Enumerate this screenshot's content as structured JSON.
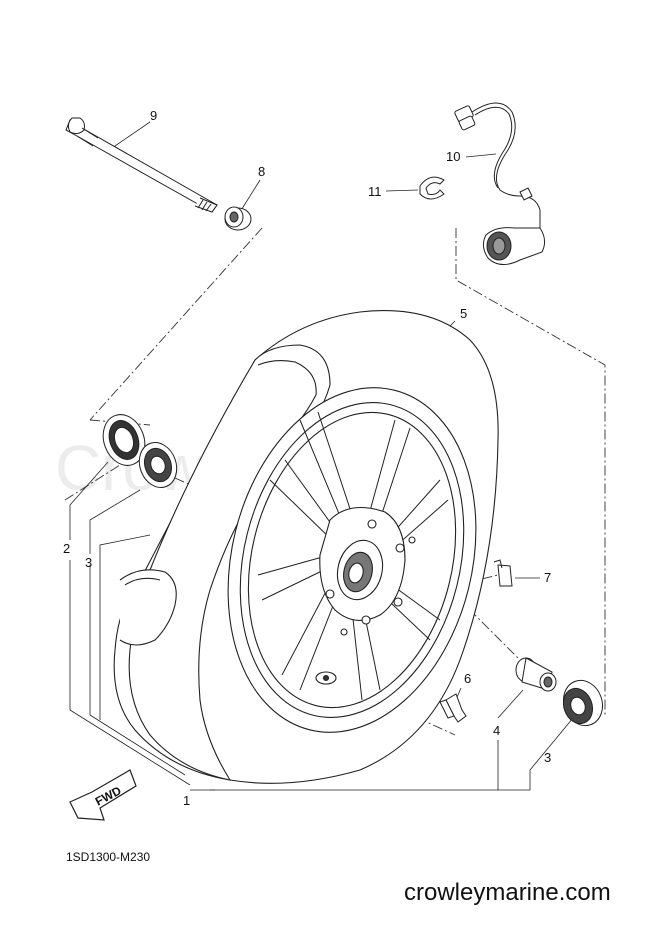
{
  "diagram": {
    "watermark": "Crowley Marine",
    "part_code": "1SD1300-M230",
    "site": "crowleymarine.com",
    "fwd_label": "FWD",
    "callouts": {
      "c1": "1",
      "c2": "2",
      "c3a": "3",
      "c3b": "3",
      "c4": "4",
      "c5": "5",
      "c6": "6",
      "c7": "7",
      "c8": "8",
      "c9": "9",
      "c10": "10",
      "c11": "11"
    }
  }
}
